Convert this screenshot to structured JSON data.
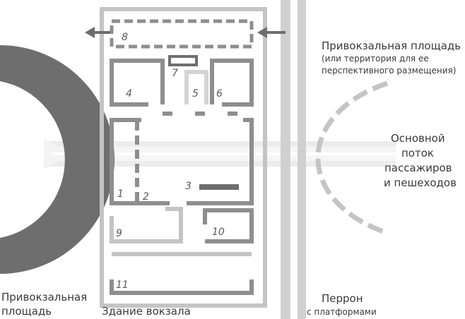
{
  "labels": {
    "left_square": [
      "Привокзальная",
      "площадь"
    ],
    "building": "Здание вокзала",
    "right_square_title": "Привокзальная площадь",
    "right_square_note": [
      "(или территория для ее",
      "перспективного размещения)"
    ],
    "flow": [
      "Основной",
      "поток",
      "пассажиров",
      "и пешеходов"
    ],
    "platform_title": "Перрон",
    "platform_note": "с платформами"
  },
  "room_numbers": [
    "1",
    "2",
    "3",
    "4",
    "5",
    "6",
    "7",
    "8",
    "9",
    "10",
    "11"
  ],
  "colors": {
    "dark": "#6e6e6e",
    "medium": "#8e8e8e",
    "light": "#c4c4c4",
    "flow_band": "#e8e8e8",
    "text": "#3a3a3a"
  }
}
